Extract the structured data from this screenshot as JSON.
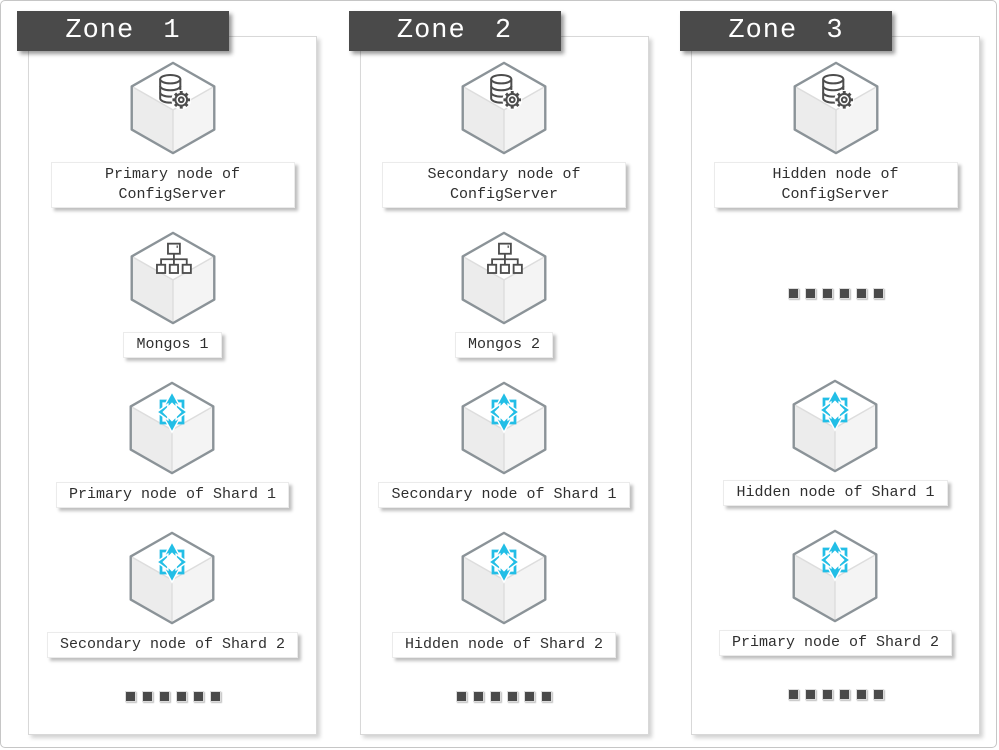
{
  "colors": {
    "header_bg": "#4a4a4a",
    "header_text": "#ffffff",
    "panel_border": "#d8d8d8",
    "label_text": "#2f2f2f",
    "cube_border": "#8b9398",
    "icon_stroke": "#4d4d4d",
    "shard_accent": "#22bee6",
    "dots": "#4a4a4a"
  },
  "zones": [
    {
      "title": "Zone 1",
      "rows": [
        {
          "type": "node",
          "icon": "configserver",
          "label": "Primary node of ConfigServer"
        },
        {
          "type": "node",
          "icon": "mongos",
          "label": "Mongos 1"
        },
        {
          "type": "node",
          "icon": "shard",
          "label": "Primary node of Shard 1"
        },
        {
          "type": "node",
          "icon": "shard",
          "label": "Secondary node of Shard 2"
        },
        {
          "type": "dots",
          "label": "......",
          "position": "bottom"
        }
      ]
    },
    {
      "title": "Zone 2",
      "rows": [
        {
          "type": "node",
          "icon": "configserver",
          "label": "Secondary node of ConfigServer"
        },
        {
          "type": "node",
          "icon": "mongos",
          "label": "Mongos 2"
        },
        {
          "type": "node",
          "icon": "shard",
          "label": "Secondary node of Shard 1"
        },
        {
          "type": "node",
          "icon": "shard",
          "label": "Hidden node of Shard 2"
        },
        {
          "type": "dots",
          "label": "......",
          "position": "bottom"
        }
      ]
    },
    {
      "title": "Zone 3",
      "rows": [
        {
          "type": "node",
          "icon": "configserver",
          "label": "Hidden node of ConfigServer"
        },
        {
          "type": "dots",
          "label": "......",
          "position": "middle"
        },
        {
          "type": "node",
          "icon": "shard",
          "label": "Hidden node of Shard 1"
        },
        {
          "type": "node",
          "icon": "shard",
          "label": "Primary node of Shard 2"
        },
        {
          "type": "dots",
          "label": "......",
          "position": "bottom"
        }
      ]
    }
  ]
}
